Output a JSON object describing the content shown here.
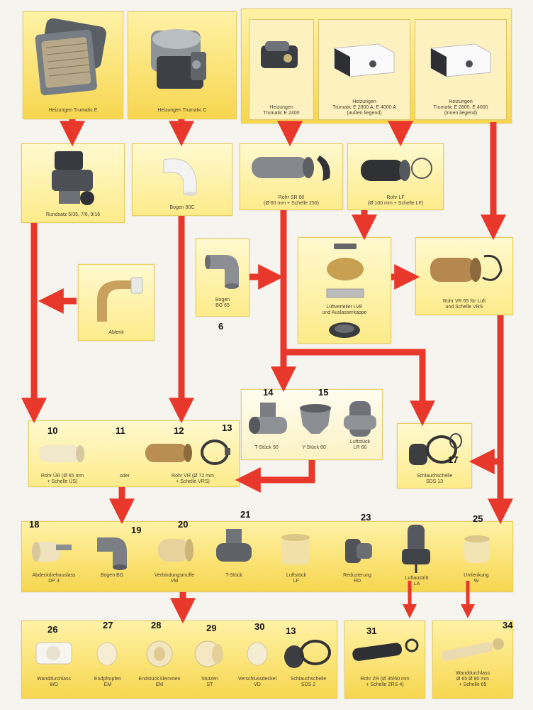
{
  "colors": {
    "panel_light": "#fff9cf",
    "panel_dark": "#f7d64f",
    "arrow": "#e8382c",
    "page_bg": "#f6f4ee"
  },
  "top_row": {
    "trumatic_e": "Heizungen Trumatic E",
    "trumatic_c": "Heizungen Trumatic C",
    "e2400_line1": "Heizungen",
    "e2400_line2": "Trumatic E 2400",
    "e2800_line1": "Heizungen",
    "e2800_line2": "Trumatic E 2800 A, E 4000 A",
    "e2800_line3": "(außen liegend)",
    "e4000_line1": "Heizungen",
    "e4000_line2": "Trumatic E 2800, E 4000",
    "e4000_line3": "(innen liegend)"
  },
  "second_row": {
    "rundsatz": "Rundsatz 5/35, 7/6, 9/16",
    "bogen_90c": "Bogen 90C",
    "rohr_sr_line1": "Rohr SR 60",
    "rohr_sr_line2": "(Ø 60 mm + Schelle 250)",
    "rohr_lf_line1": "Rohr LF",
    "rohr_lf_line2": "(Ø 100 mm + Schelle LF)"
  },
  "third_row": {
    "ablenkung": "Ablenk",
    "bogen_line1": "Bogen",
    "bogen_line2": "BG 65",
    "num_6": "6",
    "luftverteiler_line1": "Luftverteiler LVE",
    "luftverteiler_line2": "und Auslasserkappe",
    "rohr_vr_line1": "Rohr VR 65 für Luft",
    "rohr_vr_line2": "und Schelle VRS"
  },
  "fourth_row": {
    "n10": "10",
    "n11": "11",
    "n12": "12",
    "n13": "13",
    "rohr_ur_line1": "Rohr ÜR (Ø 65 mm",
    "rohr_ur_line2": "+ Schelle ÜS)",
    "oder": "oder",
    "rohr_vr2_line1": "Rohr VR (Ø 72 mm",
    "rohr_vr2_line2": "+ Schelle VRS)",
    "n14": "14",
    "n15": "15",
    "stueck_line1": "T-Stück 90",
    "ystueck_line1": "Y-Stück 60",
    "luftstueck_line1": "Luftstück",
    "luftstueck_line2": "LR 60",
    "schlauchbox_line1": "Schlauchschelle",
    "schlauchbox_line2": "SDS 13",
    "n17": "17"
  },
  "fifth_row": {
    "n18": "18",
    "n19": "19",
    "n20": "20",
    "n21": "21",
    "n23": "23",
    "n25": "25",
    "c18_line1": "Abdeckdrehauslass",
    "c18_line2": "DP 3",
    "c19": "Bogen BG",
    "c20_line1": "Verbindungsmuffe",
    "c20_line2": "VM",
    "c21": "T-Stück",
    "c22_line1": "Luftstück",
    "c22_line2": "LF",
    "c23_line1": "Reduzierung",
    "c23_line2": "RD",
    "c24_line1": "Luftaustritt",
    "c24_line2": "LA",
    "c25_line1": "Umlenkung",
    "c25_line2": "W"
  },
  "sixth_row": {
    "n26": "26",
    "n27": "27",
    "n28": "28",
    "n29": "29",
    "n30": "30",
    "n13b": "13",
    "c26_line1": "Wanddurchlass",
    "c26_line2": "WD",
    "c27_line1": "Endpfropfen",
    "c27_line2": "EM",
    "c28_line1": "Endstück klemmen",
    "c28_line2": "EM",
    "c29_line1": "Stutzen",
    "c29_line2": "ST",
    "c30_line1": "Verschlussdeckel",
    "c30_line2": "VD",
    "c13_line1": "Schlauchschelle",
    "c13_line2": "SDS 2",
    "n31": "31",
    "c31_line1": "Rohr ZR (Ø 35/60 mm",
    "c31_line2": "+ Schelle ZRS 4)",
    "n34": "34",
    "c34_line1": "Wanddurchlass",
    "c34_line2": "Ø 65 Ø 80 mm",
    "c34_line3": "+ Schelle 65"
  }
}
